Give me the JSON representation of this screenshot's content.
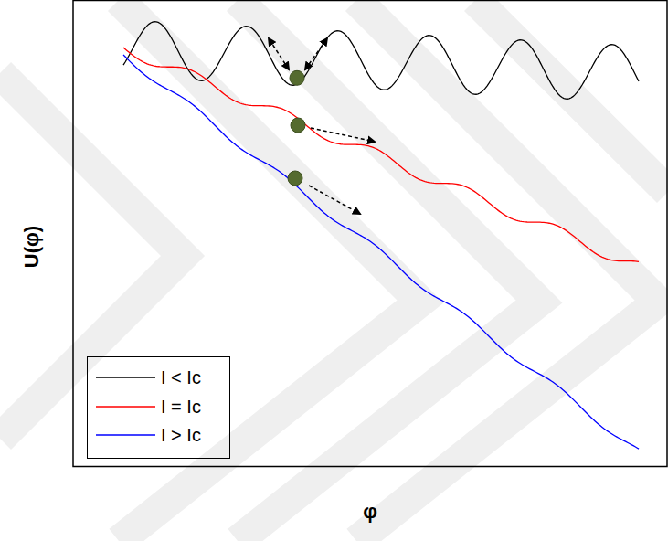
{
  "diagram": {
    "labels": [
      "U(φ)",
      "φ"
    ],
    "legend": [
      {
        "text": "I < Ic"
      },
      {
        "text": "I = Ic"
      },
      {
        "text": "I > Ic"
      }
    ]
  }
}
